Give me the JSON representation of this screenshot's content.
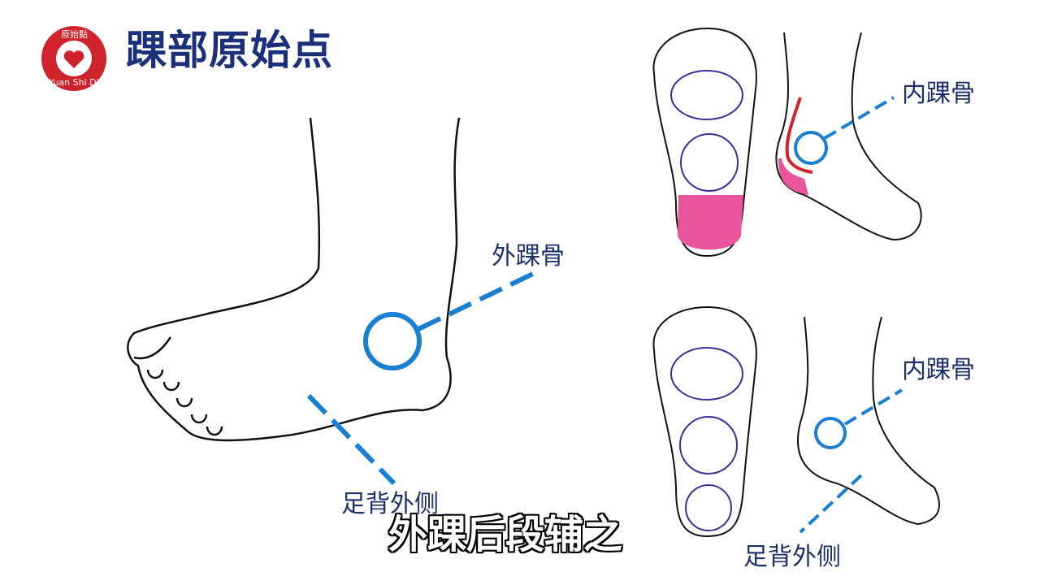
{
  "header": {
    "title": "踝部原始点",
    "logo": {
      "text_cn": "原始點",
      "text_en": "Yuan Shi Dian"
    }
  },
  "main_diagram": {
    "label_outer_ankle": "外踝骨",
    "label_foot_dorsum_outer": "足背外侧"
  },
  "top_right_diagram": {
    "label_inner_ankle": "内踝骨"
  },
  "bottom_right_diagram": {
    "label_inner_ankle": "内踝骨",
    "label_foot_dorsum_outer": "足背外侧"
  },
  "subtitle": "外踝后段辅之",
  "colors": {
    "title": "#1b2f7a",
    "marker": "#1a7fd0",
    "highlight": "#e8559a",
    "logo": "#d0222a"
  }
}
